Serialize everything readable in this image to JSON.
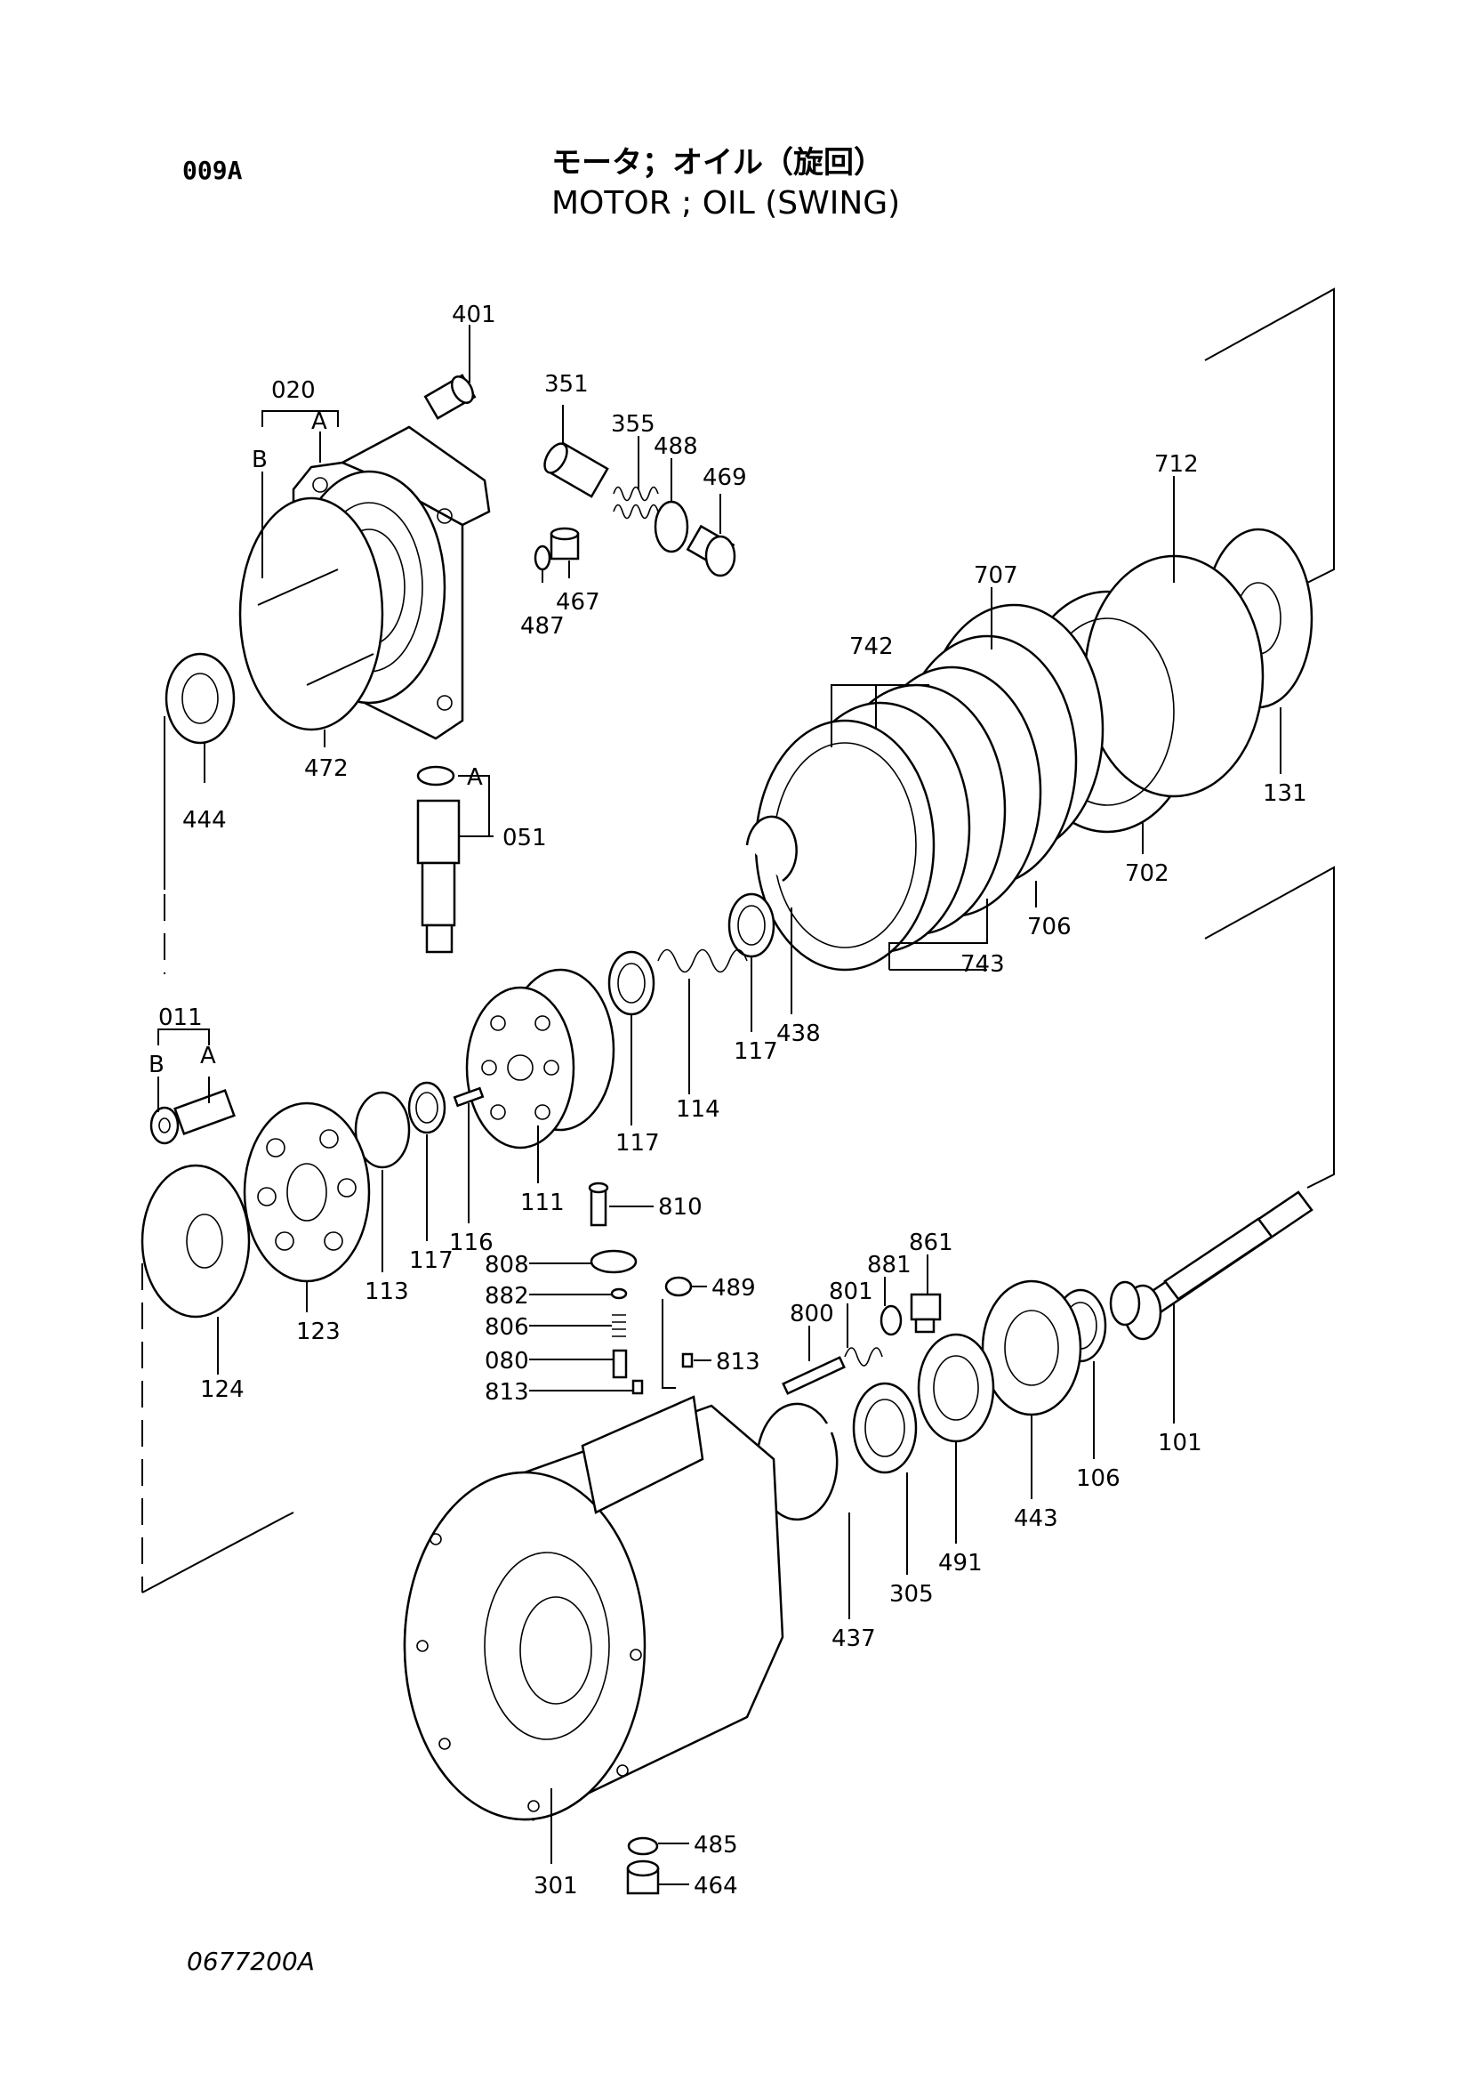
{
  "header": {
    "page_code": "009A",
    "title_jp": "モータ；オイル（旋回）",
    "title_en": "MOTOR ; OIL (SWING)"
  },
  "footer": {
    "drawing_id": "0677200A"
  },
  "callouts": [
    {
      "id": "401",
      "text": "401"
    },
    {
      "id": "020",
      "text": "020"
    },
    {
      "id": "A1",
      "text": "A"
    },
    {
      "id": "B1",
      "text": "B"
    },
    {
      "id": "351",
      "text": "351"
    },
    {
      "id": "355",
      "text": "355"
    },
    {
      "id": "488",
      "text": "488"
    },
    {
      "id": "469",
      "text": "469"
    },
    {
      "id": "467",
      "text": "467"
    },
    {
      "id": "487",
      "text": "487"
    },
    {
      "id": "472",
      "text": "472"
    },
    {
      "id": "444",
      "text": "444"
    },
    {
      "id": "A2",
      "text": "A"
    },
    {
      "id": "051",
      "text": "051"
    },
    {
      "id": "712",
      "text": "712"
    },
    {
      "id": "707",
      "text": "707"
    },
    {
      "id": "742",
      "text": "742"
    },
    {
      "id": "131",
      "text": "131"
    },
    {
      "id": "702",
      "text": "702"
    },
    {
      "id": "706",
      "text": "706"
    },
    {
      "id": "743",
      "text": "743"
    },
    {
      "id": "438",
      "text": "438"
    },
    {
      "id": "117a",
      "text": "117"
    },
    {
      "id": "114",
      "text": "114"
    },
    {
      "id": "117b",
      "text": "117"
    },
    {
      "id": "011",
      "text": "011"
    },
    {
      "id": "B2",
      "text": "B"
    },
    {
      "id": "A3",
      "text": "A"
    },
    {
      "id": "111",
      "text": "111"
    },
    {
      "id": "116",
      "text": "116"
    },
    {
      "id": "117c",
      "text": "117"
    },
    {
      "id": "113",
      "text": "113"
    },
    {
      "id": "123",
      "text": "123"
    },
    {
      "id": "124",
      "text": "124"
    },
    {
      "id": "810",
      "text": "810"
    },
    {
      "id": "808",
      "text": "808"
    },
    {
      "id": "882",
      "text": "882"
    },
    {
      "id": "806",
      "text": "806"
    },
    {
      "id": "080",
      "text": "080"
    },
    {
      "id": "813a",
      "text": "813"
    },
    {
      "id": "813b",
      "text": "813"
    },
    {
      "id": "489",
      "text": "489"
    },
    {
      "id": "800",
      "text": "800"
    },
    {
      "id": "801",
      "text": "801"
    },
    {
      "id": "881",
      "text": "881"
    },
    {
      "id": "861",
      "text": "861"
    },
    {
      "id": "101",
      "text": "101"
    },
    {
      "id": "106",
      "text": "106"
    },
    {
      "id": "443",
      "text": "443"
    },
    {
      "id": "491",
      "text": "491"
    },
    {
      "id": "305",
      "text": "305"
    },
    {
      "id": "437",
      "text": "437"
    },
    {
      "id": "485",
      "text": "485"
    },
    {
      "id": "464",
      "text": "464"
    },
    {
      "id": "301",
      "text": "301"
    }
  ]
}
